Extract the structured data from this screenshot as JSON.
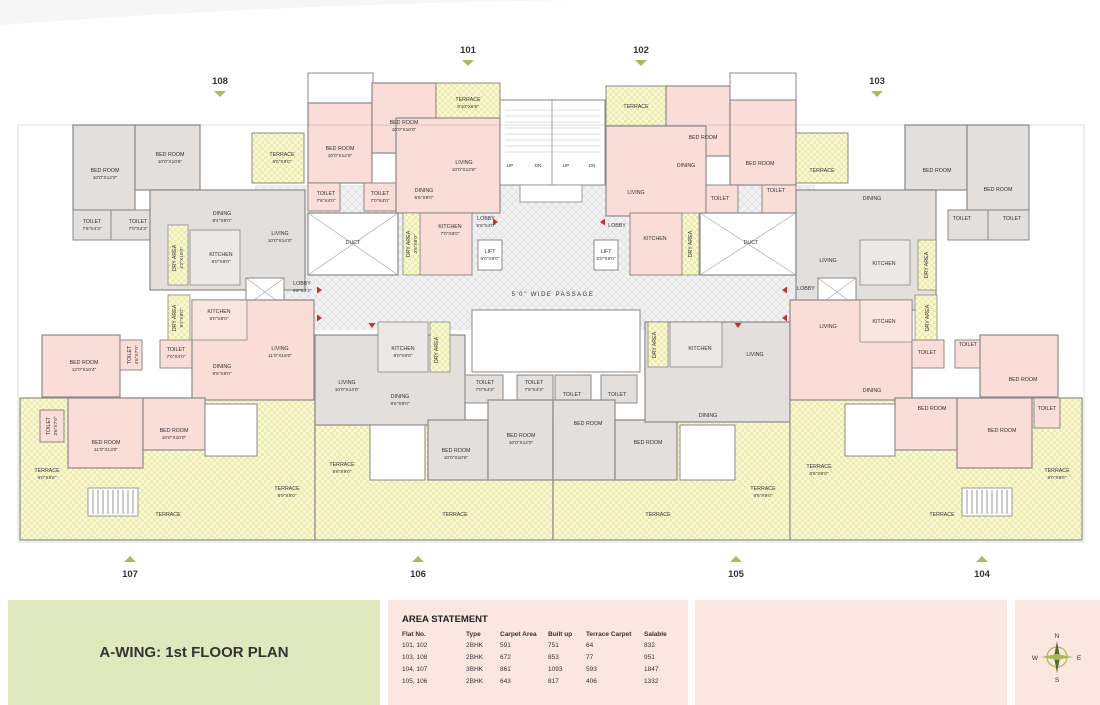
{
  "flats": {
    "f101": "101",
    "f102": "102",
    "f103": "103",
    "f104": "104",
    "f105": "105",
    "f106": "106",
    "f107": "107",
    "f108": "108"
  },
  "passage": "5'0\" WIDE PASSAGE",
  "labels": {
    "bedroom": "BED ROOM",
    "toilet": "TOILET",
    "terrace": "TERRACE",
    "living": "LIVING",
    "dining": "DINING",
    "kitchen": "KITCHEN",
    "duct": "DUCT",
    "lift": "LIFT",
    "lobby": "LOBBY",
    "dry_area": "DRY AREA",
    "up": "UP",
    "dn": "DN"
  },
  "dims": {
    "d10x12": "10'0\"X12'0\"",
    "d10x10": "10'0\"X10'0\"",
    "d10x13_6": "10'0\"X13'6\"",
    "d7_6x4": "7'6\"X4'0\"",
    "d7x4": "7'0\"X4'0\"",
    "d5_6x9": "5'6\"X9'0\"",
    "d7x8": "7'0\"X8'0\"",
    "d3_6x8": "3'6\"X8'0\"",
    "d5_6x4": "5'6\"X4'0\"",
    "d9_10x6_6": "9'10\"X6'6\"",
    "d6x8": "6'0\"X8'0\"",
    "d10x12b": "10'0\"X12'0\"",
    "d10x10_6": "10'0\"X10'6\"",
    "d7x4_3": "7'0\"X4'3\"",
    "d7_6x4_3": "7'6\"X4'3\"",
    "d8_4x8": "8'4\"X8'0\"",
    "d10x14": "10'0\"X14'0\"",
    "d8x8": "8'0\"X8'0\"",
    "d4_2x10": "4'2\"X10'0\"",
    "d4_9x4_3": "4'9\"X4'3\"",
    "d9x8": "9'2\"X8'0\"",
    "d11x15": "11'0\"X15'0\"",
    "d8_6x9": "8'6\"X9'0\"",
    "d12x10_4": "12'0\"X10'4\"",
    "d4_6x7": "4'6\"X7'0\"",
    "d11x13": "11'0\"X13'0\"",
    "d8x6_6": "8'0\"X6'6\"",
    "d8_9x9": "8'9\"X9'0\"",
    "d8_6x9b": "8'6\"X9'0\"",
    "d8x9": "8'6\"X9'0\"",
    "d3_6x7": "3'6\"X7'0\""
  },
  "footer": {
    "title": "A-WING: 1st FLOOR PLAN",
    "area_statement": {
      "heading": "AREA STATEMENT",
      "columns": [
        "Flat No.",
        "Type",
        "Carpet Area",
        "Built up",
        "Terrace Carpet",
        "Salable"
      ],
      "rows": [
        [
          "101, 102",
          "2BHK",
          "591",
          "751",
          "64",
          "832"
        ],
        [
          "103, 108",
          "2BHK",
          "672",
          "853",
          "77",
          "951"
        ],
        [
          "104, 107",
          "3BHK",
          "861",
          "1093",
          "593",
          "1847"
        ],
        [
          "105, 106",
          "2BHK",
          "643",
          "817",
          "406",
          "1332"
        ]
      ]
    },
    "compass": {
      "n": "N",
      "s": "S",
      "e": "E",
      "w": "W"
    }
  },
  "colors": {
    "pink": "#f9ddd6",
    "grey": "#e3dfdc",
    "terrace": "#f6f3c6",
    "wall": "#8a8a8a",
    "marker": "#a8bd52",
    "arrow": "#d22a2a"
  }
}
